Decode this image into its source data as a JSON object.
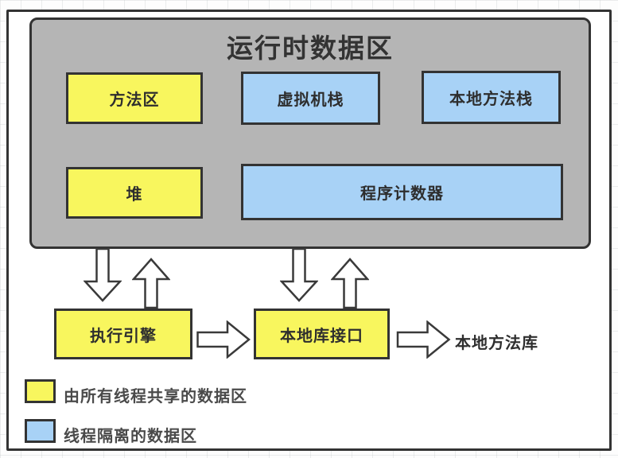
{
  "runtime_area": {
    "title": "运行时数据区",
    "method_area": "方法区",
    "vm_stack": "虚拟机栈",
    "native_method_stack": "本地方法栈",
    "heap": "堆",
    "program_counter": "程序计数器"
  },
  "flow": {
    "execution_engine": "执行引擎",
    "native_interface": "本地库接口",
    "native_library": "本地方法库"
  },
  "legend": {
    "shared_label": "由所有线程共享的数据区",
    "isolated_label": "线程隔离的数据区"
  },
  "colors": {
    "shared_yellow": "#f8f65e",
    "isolated_blue": "#a8d2f6",
    "container_gray": "#b5b5b5",
    "border": "#333333"
  }
}
